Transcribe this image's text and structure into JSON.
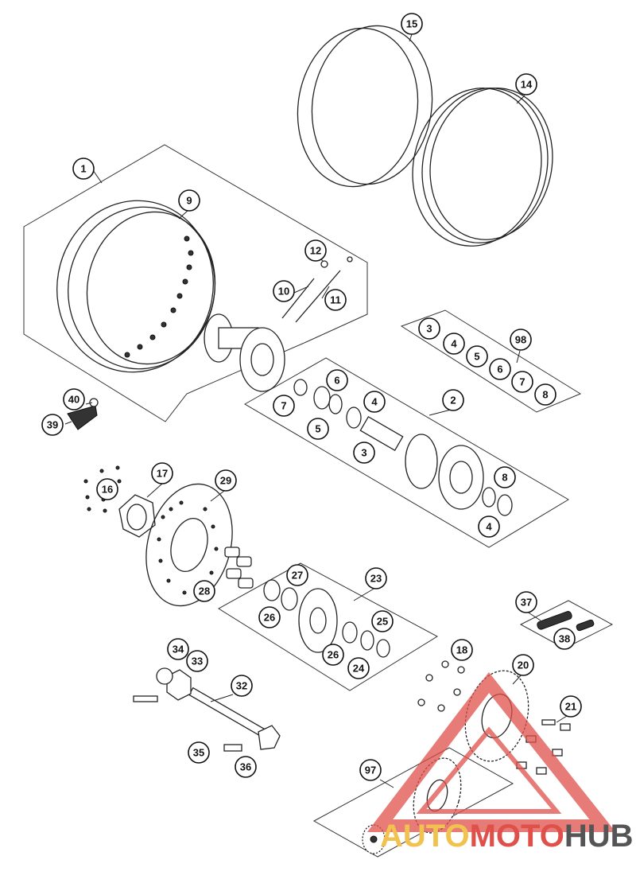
{
  "diagram": {
    "callouts": {
      "c1": "1",
      "c2": "2",
      "c3a": "3",
      "c3b": "3",
      "c4a": "4",
      "c4b": "4",
      "c4c": "4",
      "c5a": "5",
      "c5b": "5",
      "c6a": "6",
      "c6b": "6",
      "c7a": "7",
      "c7b": "7",
      "c8a": "8",
      "c8b": "8",
      "c9": "9",
      "c10": "10",
      "c11": "11",
      "c12": "12",
      "c14": "14",
      "c15": "15",
      "c16": "16",
      "c17": "17",
      "c18": "18",
      "c20": "20",
      "c21": "21",
      "c23": "23",
      "c24": "24",
      "c25": "25",
      "c26a": "26",
      "c26b": "26",
      "c27": "27",
      "c28": "28",
      "c29": "29",
      "c32": "32",
      "c33": "33",
      "c34": "34",
      "c35": "35",
      "c36": "36",
      "c37": "37",
      "c38": "38",
      "c39": "39",
      "c40": "40",
      "c97": "97",
      "c98": "98"
    }
  },
  "watermark": {
    "part1": "AUTO",
    "part2": "MOTO",
    "part3": "HUB",
    "color_part1": "#f2c24f",
    "color_part2": "#e0504a",
    "color_part3": "#555555",
    "logo_color": "#e0504a"
  }
}
